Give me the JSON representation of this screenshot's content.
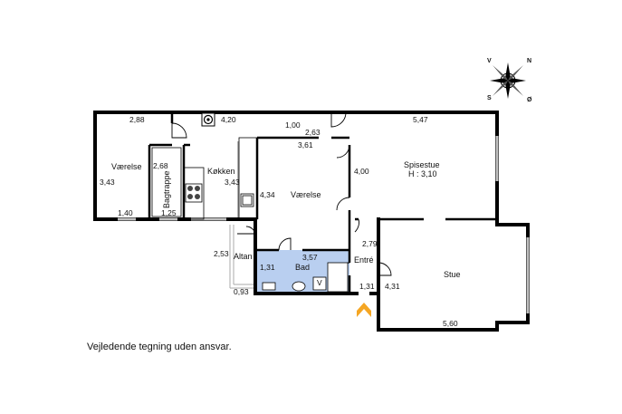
{
  "rooms": {
    "vaerelse_left": "Værelse",
    "bagtrappe": "Bagtrappe",
    "koekken": "Køkken",
    "vaerelse_mid": "Værelse",
    "spisestue": "Spisestue",
    "spisestue_height": "H : 3,10",
    "altan": "Altan",
    "bad": "Bad",
    "entre": "Entré",
    "stue": "Stue"
  },
  "dimensions": {
    "d_2_88": "2,88",
    "d_4_20": "4,20",
    "d_1_00": "1,00",
    "d_2_63": "2,63",
    "d_5_47": "5,47",
    "d_3_61": "3,61",
    "d_2_68": "2,68",
    "d_3_43_left": "3,43",
    "d_3_43_kitchen": "3,43",
    "d_4_00": "4,00",
    "d_4_34": "4,34",
    "d_1_40": "1,40",
    "d_1_25": "1,25",
    "d_2_53": "2,53",
    "d_3_57": "3,57",
    "d_2_79": "2,79",
    "d_1_31_bad": "1,31",
    "d_1_31_entre": "1,31",
    "d_4_31": "4,31",
    "d_0_93": "0,93",
    "d_5_60": "5,60"
  },
  "fixtures": {
    "ventilation_mark": "V"
  },
  "compass": {
    "n": "N",
    "v": "V",
    "s": "S",
    "o": "Ø"
  },
  "colors": {
    "wall": "#000000",
    "bathroom_fill": "#b9cff0",
    "entrance_arrow": "#f5a623",
    "window": "#bfbfbf"
  },
  "disclaimer": "Vejledende tegning uden ansvar."
}
